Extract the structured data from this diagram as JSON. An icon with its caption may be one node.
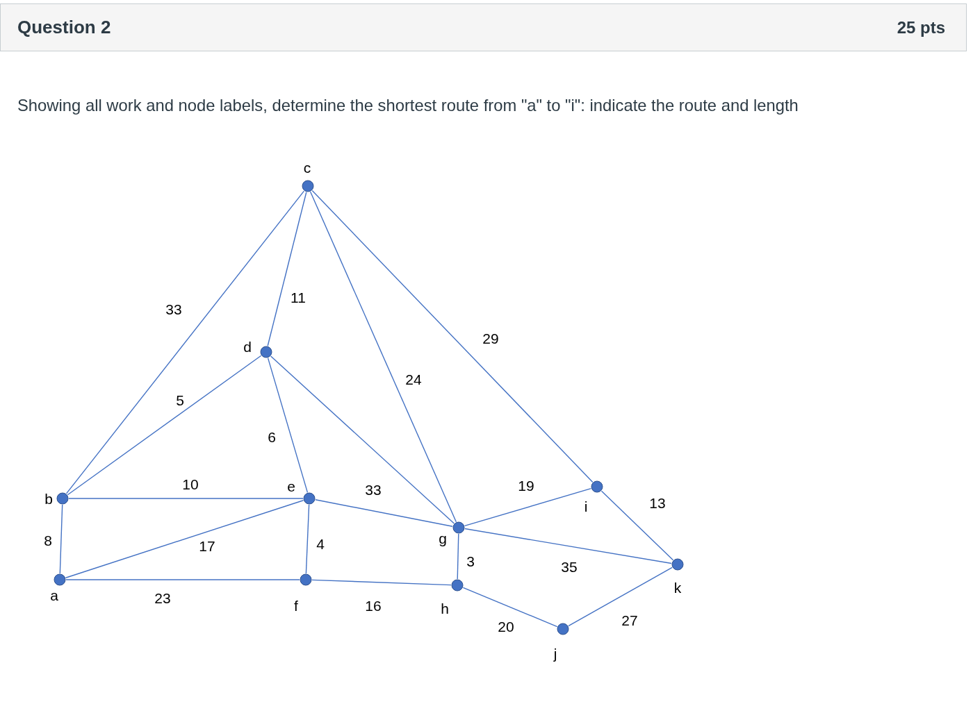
{
  "diagram": {
    "nodes": [
      {
        "text": [],
        "shape": "circle",
        "beside": [
          "a"
        ]
      },
      {
        "text": [],
        "shape": "circle",
        "beside": [
          "b"
        ]
      },
      {
        "text": [],
        "shape": "circle",
        "beside": [
          "c"
        ]
      },
      {
        "text": [],
        "shape": "circle",
        "beside": [
          "d"
        ]
      },
      {
        "text": [],
        "shape": "circle",
        "beside": [
          "e"
        ]
      },
      {
        "text": [],
        "shape": "circle",
        "beside": [
          "f"
        ]
      },
      {
        "text": [],
        "shape": "circle",
        "beside": [
          "g"
        ]
      },
      {
        "text": [],
        "shape": "circle",
        "beside": [
          "h"
        ]
      },
      {
        "text": [],
        "shape": "circle",
        "beside": [
          "i"
        ]
      },
      {
        "text": [],
        "shape": "circle",
        "beside": [
          "j"
        ]
      },
      {
        "text": [],
        "shape": "circle",
        "beside": [
          "k"
        ]
      }
    ],
    "edges": [
      {
        "from": 1,
        "to": 2,
        "arrow": "none",
        "label": "33"
      },
      {
        "from": 2,
        "to": 3,
        "arrow": "none",
        "label": "11"
      },
      {
        "from": 2,
        "to": 8,
        "arrow": "none",
        "label": "29"
      },
      {
        "from": 2,
        "to": 6,
        "arrow": "none",
        "label": "24"
      },
      {
        "from": 1,
        "to": 3,
        "arrow": "none",
        "label": "5"
      },
      {
        "from": 3,
        "to": 4,
        "arrow": "none",
        "label": "6"
      },
      {
        "from": 3,
        "to": 6,
        "arrow": "none"
      },
      {
        "from": 1,
        "to": 4,
        "arrow": "none",
        "label": "10"
      },
      {
        "from": 4,
        "to": 6,
        "arrow": "none",
        "label": "33"
      },
      {
        "from": 6,
        "to": 8,
        "arrow": "none",
        "label": "19"
      },
      {
        "from": 8,
        "to": 10,
        "arrow": "none",
        "label": "13"
      },
      {
        "from": 0,
        "to": 1,
        "arrow": "none",
        "label": "8"
      },
      {
        "from": 0,
        "to": 4,
        "arrow": "none",
        "label": "17"
      },
      {
        "from": 4,
        "to": 5,
        "arrow": "none",
        "label": "4"
      },
      {
        "from": 6,
        "to": 7,
        "arrow": "none",
        "label": "3"
      },
      {
        "from": 6,
        "to": 10,
        "arrow": "none",
        "label": "35"
      },
      {
        "from": 0,
        "to": 5,
        "arrow": "none",
        "label": "23"
      },
      {
        "from": 5,
        "to": 7,
        "arrow": "none",
        "label": "16"
      },
      {
        "from": 7,
        "to": 9,
        "arrow": "none",
        "label": "20"
      },
      {
        "from": 9,
        "to": 10,
        "arrow": "none",
        "label": "27"
      }
    ],
    "labels": [
      "Question 2",
      "25 pts",
      "Showing all work and node labels, determine the shortest route from \"a\" to \"i\": indicate the route and length"
    ]
  }
}
